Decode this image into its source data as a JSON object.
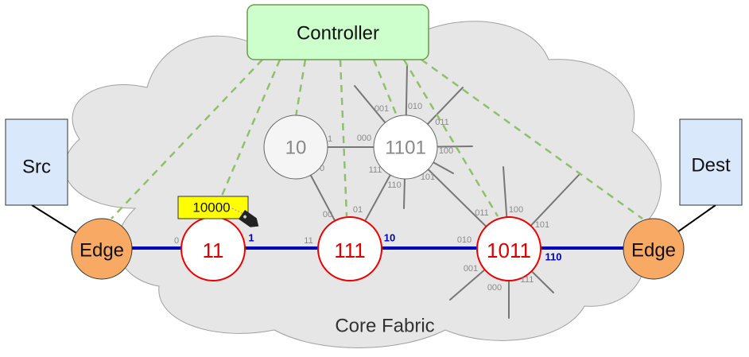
{
  "controller": {
    "label": "Controller"
  },
  "fabric": {
    "label": "Core Fabric"
  },
  "hosts": {
    "src": {
      "label": "Src"
    },
    "dest": {
      "label": "Dest"
    }
  },
  "edges": {
    "left": {
      "label": "Edge"
    },
    "right": {
      "label": "Edge"
    }
  },
  "switches": {
    "s10": {
      "label": "10"
    },
    "s1101": {
      "label": "1101"
    },
    "s11": {
      "label": "11"
    },
    "s111": {
      "label": "111"
    },
    "s1011": {
      "label": "1011"
    }
  },
  "packet_tag": {
    "label": "10000"
  },
  "ports": {
    "s11_in": "0",
    "s11_out": "1",
    "s111_in": "11",
    "s111_out": "10",
    "s111_up_left": "00",
    "s111_up_right": "01",
    "s1011_in": "010",
    "s1011_out": "110",
    "s1011_top_left": "011",
    "s1011_top": "100",
    "s1011_right": "101",
    "s1011_bottom_left": "001",
    "s1011_bottom": "000",
    "s1011_bottom_right": "111",
    "s10_right": "1",
    "s10_down": "0",
    "s1101_left": "000",
    "s1101_top_left": "001",
    "s1101_top": "010",
    "s1101_top_right": "011",
    "s1101_right": "100",
    "s1101_bottom_right": "101",
    "s1101_bottom": "110",
    "s1101_bottom_left": "111"
  },
  "colors": {
    "controller_fill": "#ccffcc",
    "controller_stroke": "#6c9a4e",
    "control_link": "#8fc06a",
    "cloud_fill": "#e6e6e6",
    "host_fill": "#dae8fc",
    "edge_fill": "#f8a964",
    "path_switch_stroke": "#ee0000",
    "data_path": "#0000bb",
    "tag_fill": "#ffff00"
  }
}
